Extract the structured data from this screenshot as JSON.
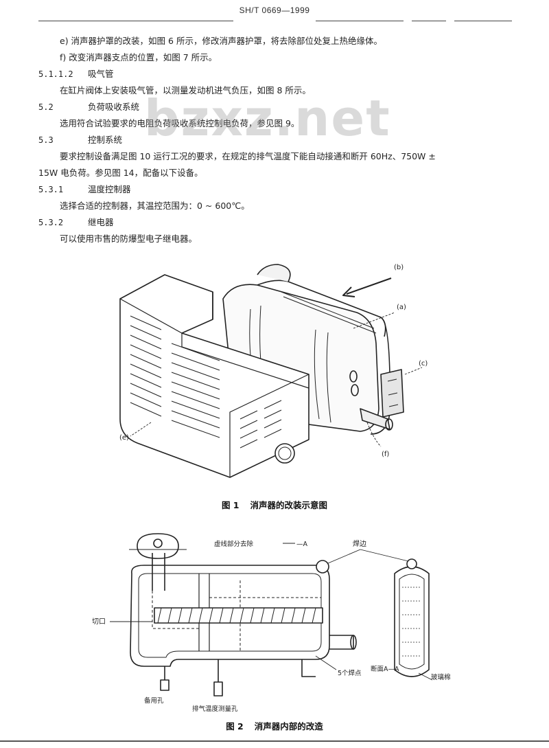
{
  "header": {
    "standard_code": "SH/T 0669—1999"
  },
  "watermark": "bzxz.net",
  "paragraphs": [
    {
      "id": "p1",
      "text": "e) 消声器护罩的改装，如图 6 所示，修改消声器护罩，将去除部位处复上热绝缘体。"
    },
    {
      "id": "p2",
      "text": "f) 改变消声器支点的位置，如图 7 所示。"
    },
    {
      "id": "h1",
      "num": "5.1.1.2",
      "title": "吸气管"
    },
    {
      "id": "p3",
      "text": "在缸片阀体上安装吸气管，以测量发动机进气负压，如图 8 所示。"
    },
    {
      "id": "h2",
      "num": "5.2",
      "title": "负荷吸收系统"
    },
    {
      "id": "p4",
      "text": "选用符合试验要求的电阻负荷吸收系统控制电负荷，参见图 9。"
    },
    {
      "id": "h3",
      "num": "5.3",
      "title": "控制系统"
    },
    {
      "id": "p5",
      "text": "要求控制设备满足图 10 运行工况的要求，在规定的排气温度下能自动接通和断开 60Hz、750W ±"
    },
    {
      "id": "p6",
      "text": "15W 电负荷。参见图 14，配备以下设备。"
    },
    {
      "id": "h4",
      "num": "5.3.1",
      "title": "温度控制器"
    },
    {
      "id": "p7",
      "text": "选择合适的控制器，其温控范围为：0 ~ 600℃。"
    },
    {
      "id": "h5",
      "num": "5.3.2",
      "title": "继电器"
    },
    {
      "id": "p8",
      "text": "可以使用市售的防爆型电子继电器。"
    }
  ],
  "figure1": {
    "number": "图 1",
    "caption": "消声器的改装示意图",
    "labels": {
      "b": "(b)",
      "a": "(a)",
      "c": "(c)",
      "e": "(e)",
      "f": "(f)"
    }
  },
  "figure2": {
    "number": "图 2",
    "caption": "消声器内部的改造",
    "labels": {
      "cut_note": "虚线部分去除",
      "a_mark": "—A",
      "weld_edge": "焊边",
      "cut": "切口",
      "welds": "5个焊点",
      "section": "断面A—A",
      "glass_wool": "玻璃棉",
      "backup_hole": "备用孔",
      "temp_hole": "排气温度测量孔"
    }
  }
}
